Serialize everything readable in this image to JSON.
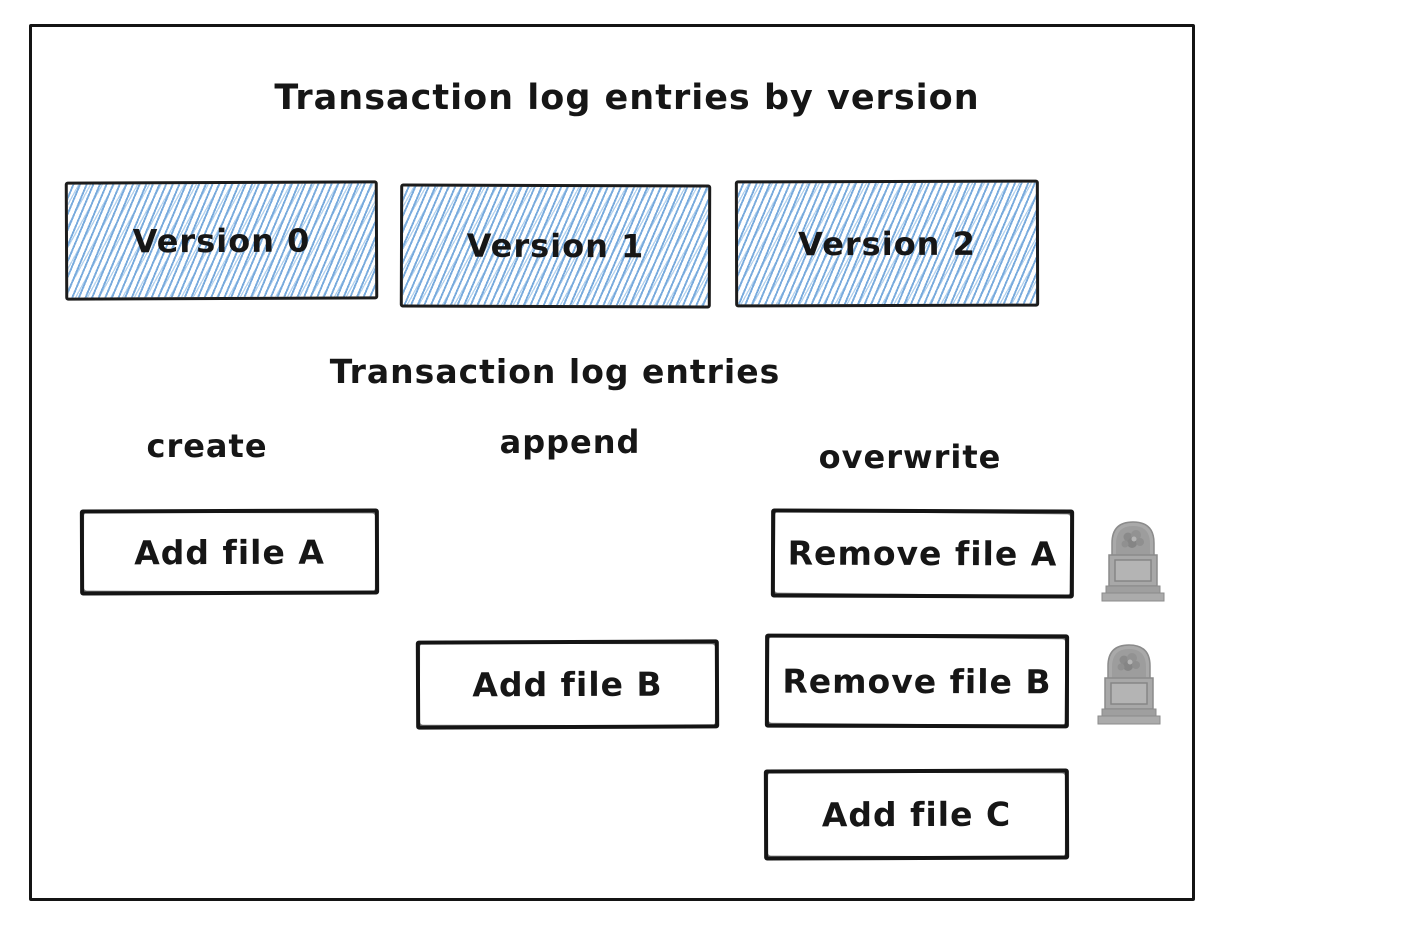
{
  "diagram": {
    "title": "Transaction log entries by version",
    "subtitle": "Transaction log entries",
    "versions": [
      {
        "label": "Version 0"
      },
      {
        "label": "Version 1"
      },
      {
        "label": "Version 2"
      }
    ],
    "columns": [
      {
        "label": "create"
      },
      {
        "label": "append"
      },
      {
        "label": "overwrite"
      }
    ],
    "rows": [
      {
        "create": "Add file A",
        "overwrite": "Remove file A",
        "tombstone": true
      },
      {
        "append": "Add file B",
        "overwrite": "Remove file B",
        "tombstone": true
      },
      {
        "overwrite": "Add file C",
        "tombstone": false
      }
    ],
    "icons": {
      "tombstone": "tombstone-icon"
    },
    "colors": {
      "stroke_black": "#1a1a1a",
      "hatch_blue": "#79abdd",
      "hatch_blue_light": "#b3d2ee",
      "tombstone_gray": "#a8a8a8",
      "background": "#ffffff"
    }
  }
}
